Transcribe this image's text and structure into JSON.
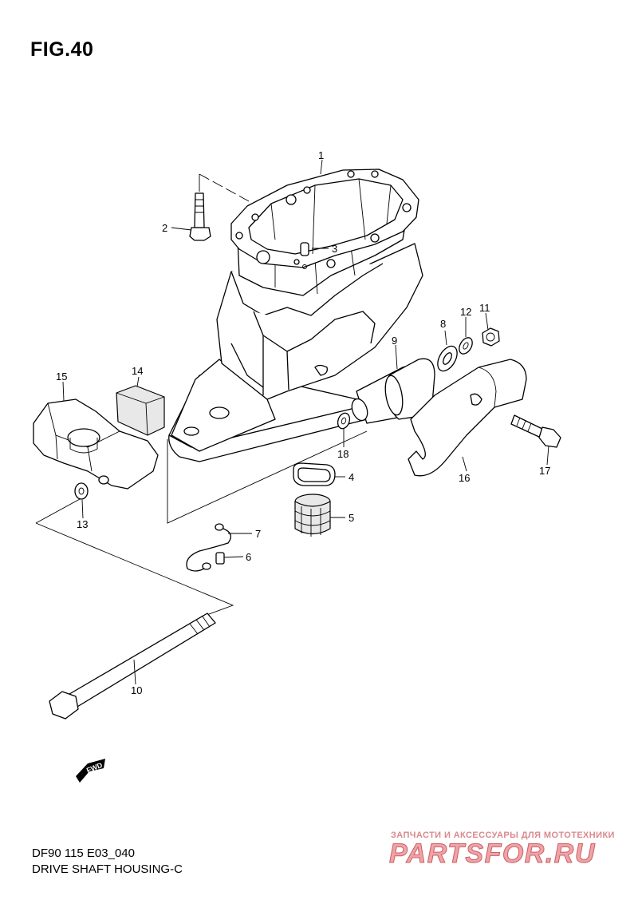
{
  "figure": {
    "title": "FIG.40",
    "code": "DF90 115 E03_040",
    "name": "DRIVE SHAFT HOUSING-C"
  },
  "callouts": [
    "1",
    "2",
    "3",
    "4",
    "5",
    "6",
    "7",
    "8",
    "9",
    "10",
    "11",
    "12",
    "13",
    "14",
    "15",
    "16",
    "17",
    "18"
  ],
  "fwd_label": "FWD",
  "watermark": {
    "line1": "ЗАПЧАСТИ И АКСЕССУАРЫ ДЛЯ МОТОТЕХНИКИ",
    "line2": "PARTSFOR.RU"
  }
}
